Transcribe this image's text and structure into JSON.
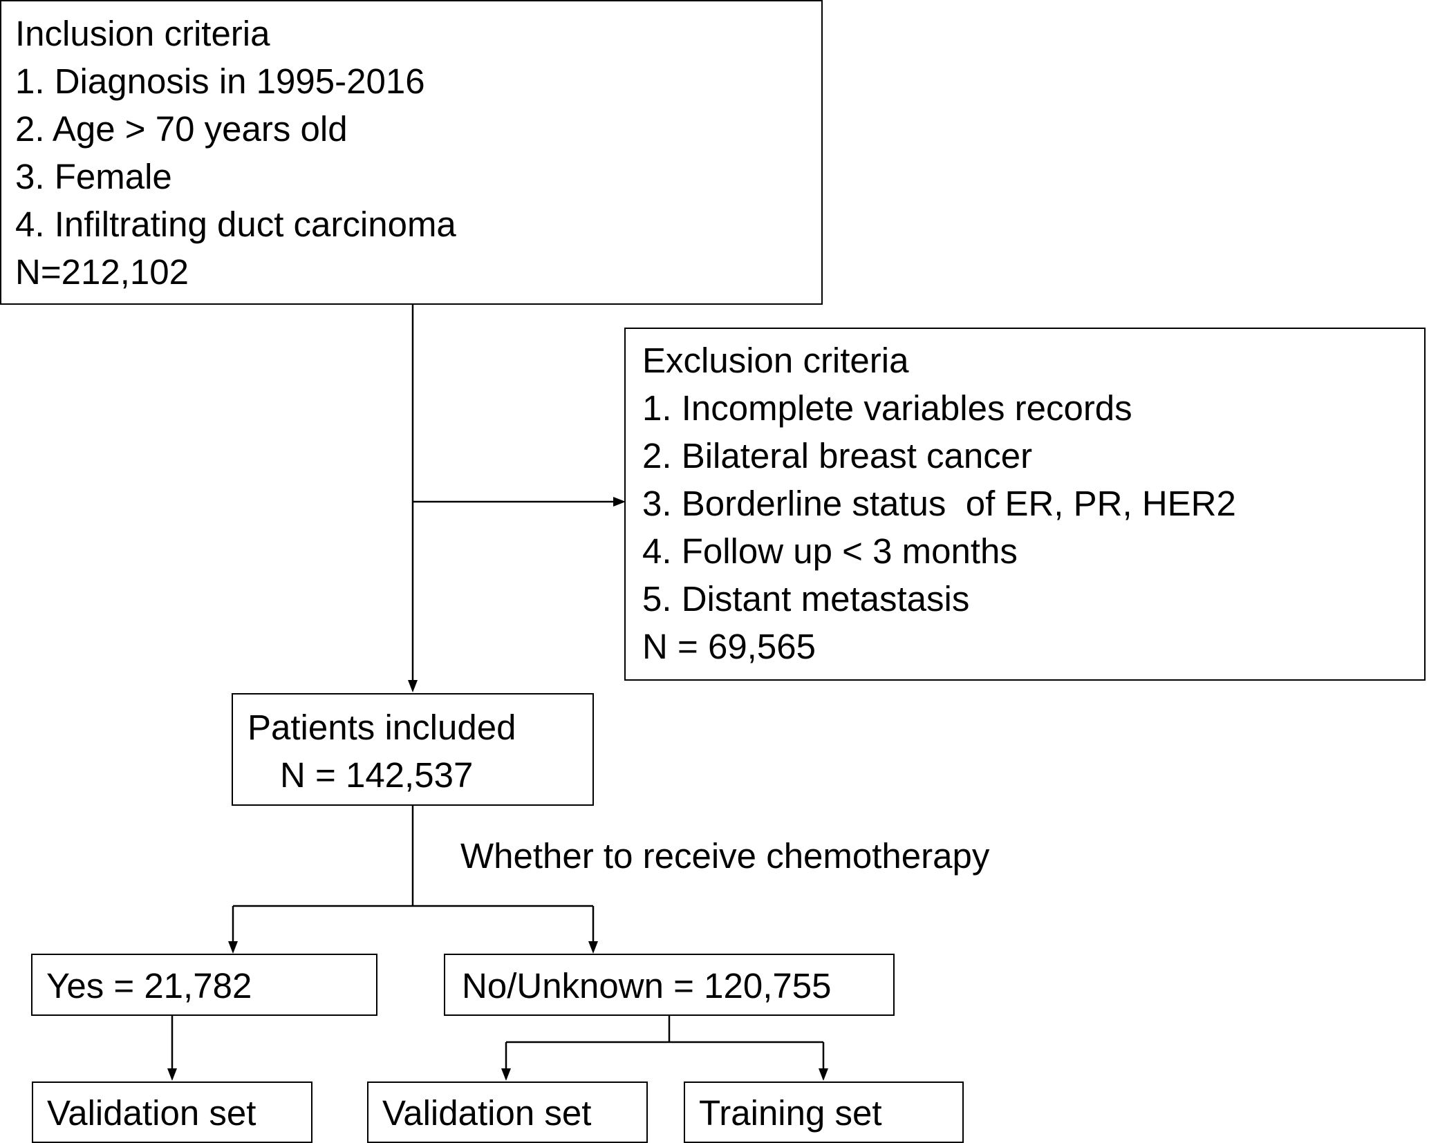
{
  "inclusion": {
    "title": "Inclusion criteria",
    "items": [
      "1. Diagnosis in 1995-2016",
      "2. Age > 70 years old",
      "3. Female",
      "4. Infiltrating duct carcinoma"
    ],
    "count": "N=212,102"
  },
  "exclusion": {
    "title": "Exclusion criteria",
    "items": [
      "1. Incomplete variables records",
      "2. Bilateral breast cancer",
      "3. Borderline status  of ER, PR, HER2",
      "4. Follow up < 3 months",
      "5. Distant metastasis"
    ],
    "count": "N = 69,565"
  },
  "included": {
    "title": "Patients included",
    "count": "N = 142,537"
  },
  "split_label": "Whether to receive chemotherapy",
  "yes_box": "Yes = 21,782",
  "no_box": "No/Unknown = 120,755",
  "yes_validation": "Validation set",
  "no_validation": "Validation set",
  "no_training": "Training set"
}
